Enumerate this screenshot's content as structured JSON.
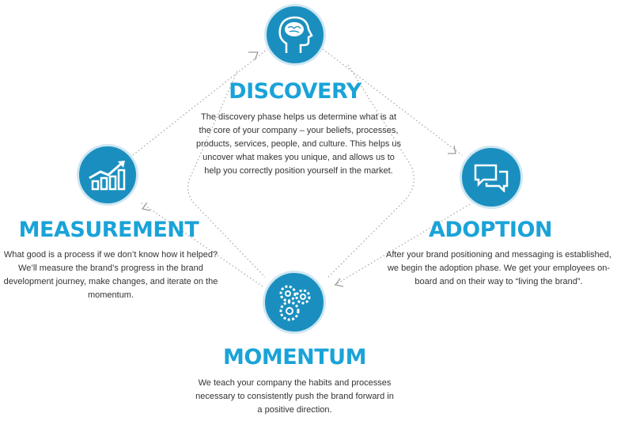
{
  "colors": {
    "accent": "#1aa3d8",
    "circle": "#1a8fbf"
  },
  "phases": {
    "discovery": {
      "icon": "head-brain-icon",
      "title": "DISCOVERY",
      "text": "The discovery phase helps us determine what is at the core of your company – your beliefs, processes, products, services, people, and culture. This helps us uncover what makes you unique, and allows us to help you correctly position yourself in the market."
    },
    "adoption": {
      "icon": "speech-bubbles-icon",
      "title": "ADOPTION",
      "text": "After your brand positioning and messaging is established, we begin the adoption phase. We get your employees on-board and on their way to “living the brand”."
    },
    "momentum": {
      "icon": "gears-icon",
      "title": "MOMENTUM",
      "text": "We teach your company the habits and processes necessary to consistently push the brand forward in a positive direction."
    },
    "measurement": {
      "icon": "growth-chart-icon",
      "title": "MEASUREMENT",
      "text": "What good is a process if we don’t know how it helped? We’ll measure the brand’s progress in the brand development journey, make changes, and iterate on the momentum."
    }
  }
}
